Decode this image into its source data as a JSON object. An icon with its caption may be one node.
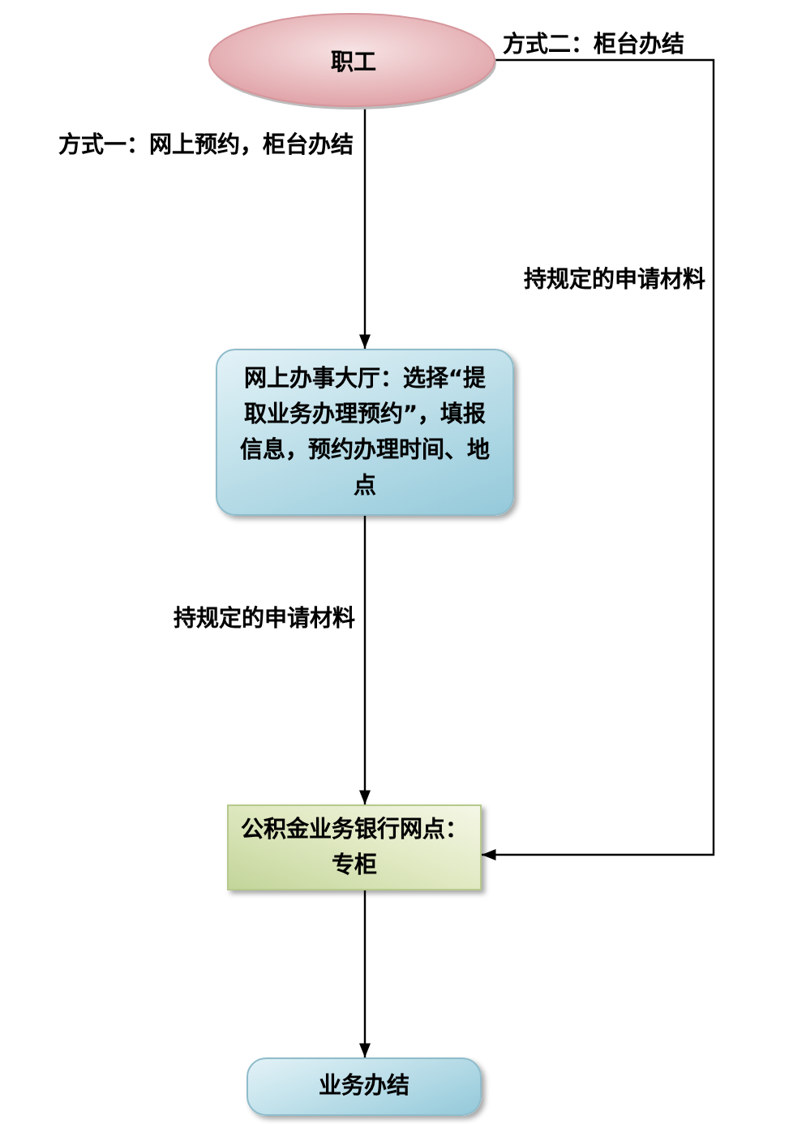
{
  "diagram": {
    "nodes": [
      {
        "text": [
          "职工"
        ]
      },
      {
        "text": [
          "网上办事大厅：选择“提取业务办理预约”，填报信息，预约办理时间、地点"
        ]
      },
      {
        "text": [
          "公积金业务银行网点：专柜"
        ]
      },
      {
        "text": [
          "业务办结"
        ]
      }
    ],
    "edges": [
      {
        "from": 0,
        "to": 1,
        "arrow": "to",
        "label": "方式一：网上预约，柜台办结"
      },
      {
        "from": 0,
        "to": 2,
        "arrow": "to",
        "label": "方式二：柜台办结"
      },
      {
        "from": 1,
        "to": 2,
        "arrow": "to",
        "label": "持规定的申请材料"
      },
      {
        "from": 2,
        "to": 3,
        "arrow": "to"
      }
    ],
    "labels": [
      "持规定的申请材料"
    ]
  }
}
